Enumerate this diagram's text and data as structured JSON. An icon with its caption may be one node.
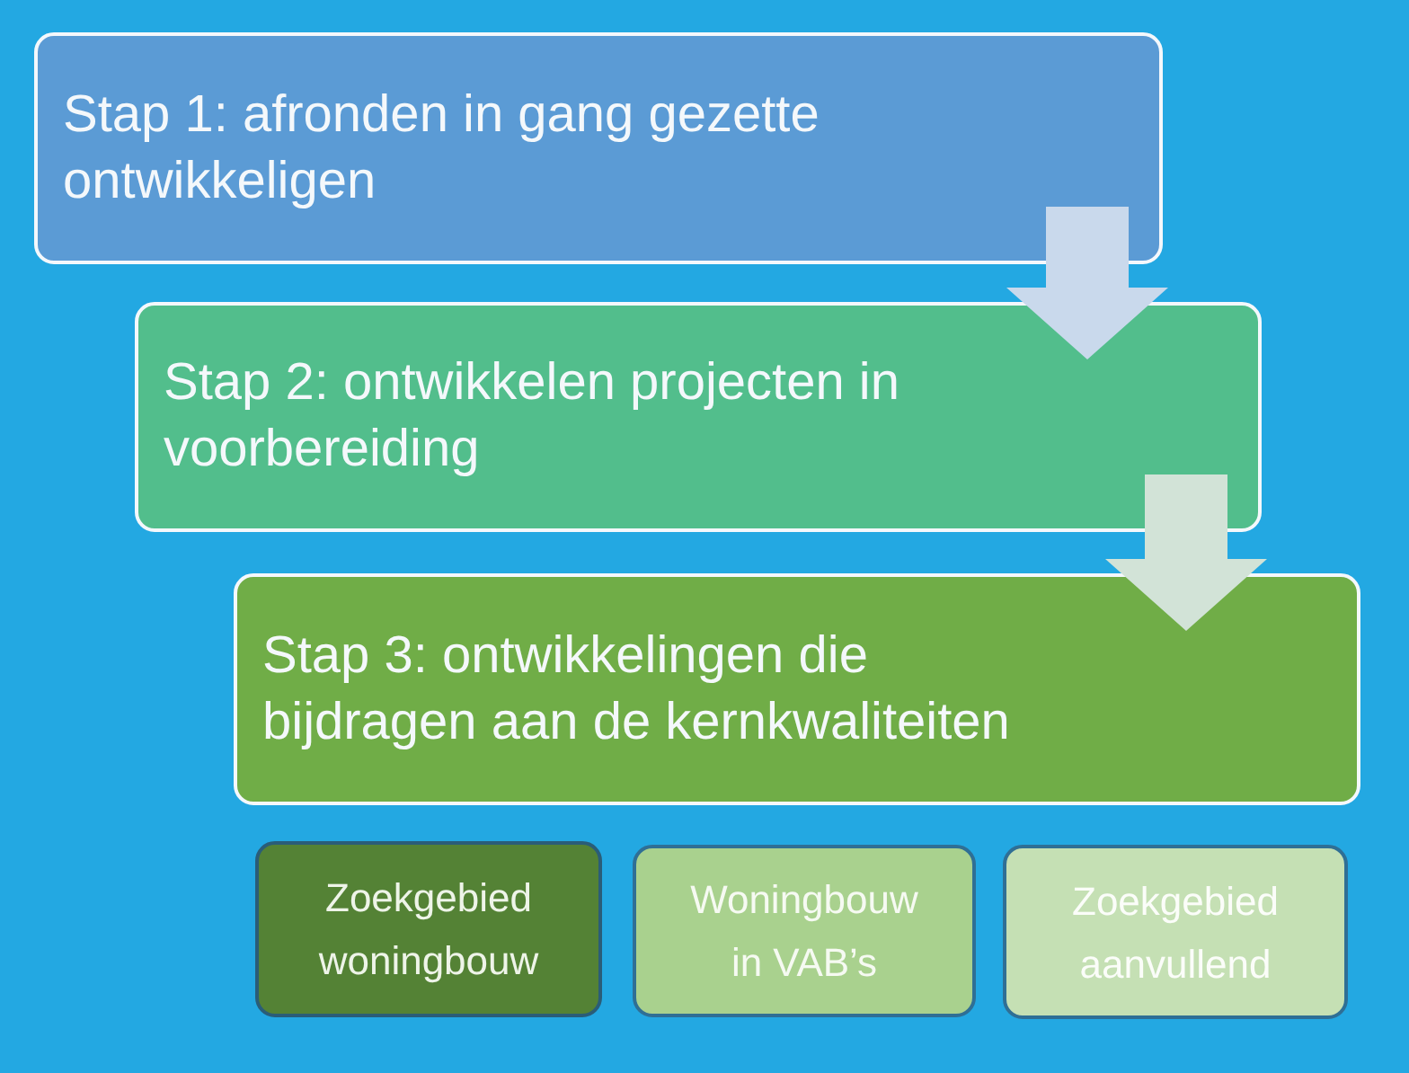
{
  "diagram": {
    "nodes": [
      {
        "text": [
          "Stap 1: afronden in gang gezette ontwikkeligen"
        ]
      },
      {
        "text": [
          "Stap 2: ontwikkelen projecten in voorbereiding"
        ]
      },
      {
        "text": [
          "Stap 3: ontwikkelingen die bijdragen aan de kernkwaliteiten"
        ]
      },
      {
        "text": [
          "Zoekgebied woningbouw"
        ]
      },
      {
        "text": [
          "Woningbouw in VAB’s"
        ]
      },
      {
        "text": [
          "Zoekgebied aanvullend"
        ]
      }
    ],
    "edges": [
      {
        "from": 0,
        "to": 1,
        "arrow": "to"
      },
      {
        "from": 1,
        "to": 2,
        "arrow": "to"
      }
    ]
  }
}
